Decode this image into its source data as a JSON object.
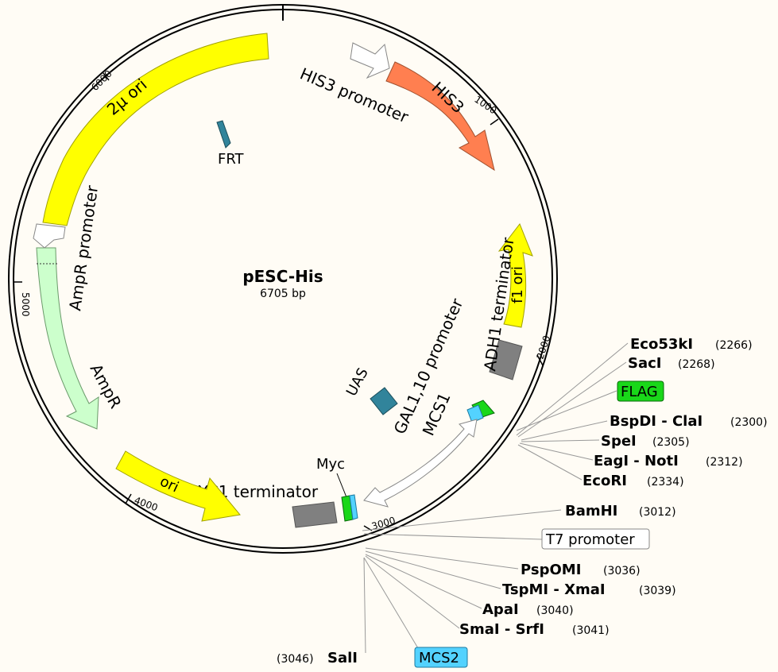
{
  "plasmid": {
    "name": "pESC-His",
    "length_label": "6705 bp"
  },
  "ticks": [
    "1000",
    "2000",
    "3000",
    "4000",
    "5000",
    "6000"
  ],
  "features": {
    "his3_promoter": "HIS3 promoter",
    "his3": "HIS3",
    "f1_ori": "f1 ori",
    "adh1_terminator": "ADH1 terminator",
    "gal_promoter": "GAL1,10 promoter",
    "mcs1": "MCS1",
    "uas": "UAS",
    "myc": "Myc",
    "cyc1_terminator": "CYC1 terminator",
    "ori": "ori",
    "ampr": "AmpR",
    "ampr_promoter": "AmpR promoter",
    "two_micron_ori": "2μ ori",
    "frt": "FRT"
  },
  "sites_top": [
    {
      "name": "Eco53kI",
      "pos": "(2266)"
    },
    {
      "name": "SacI",
      "pos": "(2268)"
    },
    {
      "name": "FLAG",
      "pos": ""
    },
    {
      "name": "BspDI - ClaI",
      "pos": "(2300)"
    },
    {
      "name": "SpeI",
      "pos": "(2305)"
    },
    {
      "name": "EagI - NotI",
      "pos": "(2312)"
    },
    {
      "name": "EcoRI",
      "pos": "(2334)"
    }
  ],
  "sites_bottom": [
    {
      "name": "BamHI",
      "pos": "(3012)"
    },
    {
      "name": "T7 promoter",
      "pos": ""
    },
    {
      "name": "PspOMI",
      "pos": "(3036)"
    },
    {
      "name": "TspMI - XmaI",
      "pos": "(3039)"
    },
    {
      "name": "ApaI",
      "pos": "(3040)"
    },
    {
      "name": "SmaI - SrfI",
      "pos": "(3041)"
    }
  ],
  "site_sal": {
    "name": "SalI",
    "pos": "(3046)"
  },
  "mcs2": "MCS2",
  "colors": {
    "his3": "#ff7f50",
    "ori_yellow": "#ffff00",
    "ampr": "#ccffcc",
    "terminator": "#808080",
    "uas": "#31849b",
    "flag": "#19d719",
    "mcs": "#53d2ff"
  }
}
